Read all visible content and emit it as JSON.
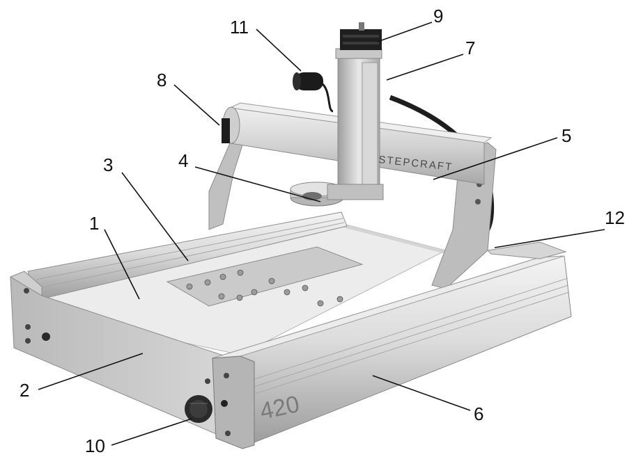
{
  "callouts": [
    "1",
    "2",
    "3",
    "4",
    "5",
    "6",
    "7",
    "8",
    "9",
    "10",
    "11",
    "12"
  ],
  "brand_text": "STEPCRAFT",
  "model_text": "420",
  "colors": {
    "aluminium_light": "#dedede",
    "aluminium_mid": "#c4c4c4",
    "aluminium_dark": "#9a9a9a",
    "bed": "#e9e9e9",
    "black_parts": "#1d1d1d",
    "label_ink": "#111111"
  }
}
